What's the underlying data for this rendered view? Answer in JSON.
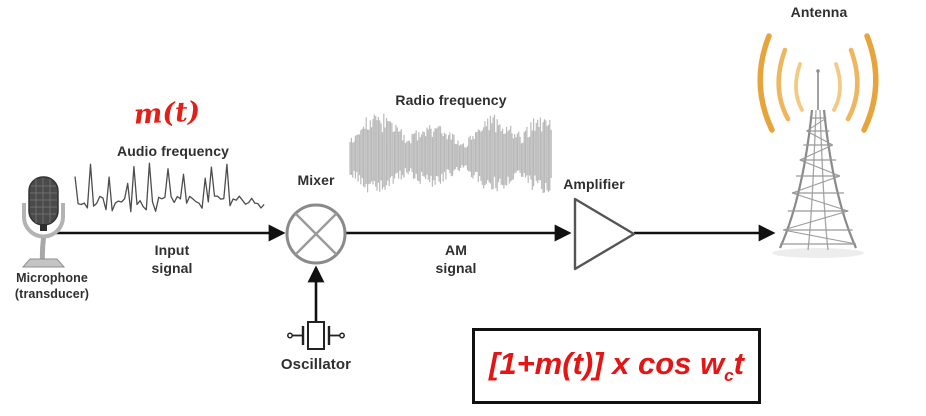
{
  "diagram": {
    "subject": "AM transmitter block diagram"
  },
  "labels": {
    "m_of_t": "m(t)",
    "audio_frequency": "Audio frequency",
    "microphone": "Microphone\n(transducer)",
    "input_signal": "Input\nsignal",
    "mixer": "Mixer",
    "radio_frequency": "Radio frequency",
    "am_signal": "AM\nsignal",
    "amplifier": "Amplifier",
    "antenna": "Antenna",
    "oscillator": "Oscillator"
  },
  "formula": {
    "prefix": "[1+m(t)] x cos w",
    "subscript": "c",
    "suffix": "t"
  },
  "icons": {
    "microphone": "microphone-icon",
    "mixer": "mixer-circle-x-icon",
    "amplifier": "amplifier-triangle-icon",
    "oscillator": "crystal-oscillator-icon",
    "antenna": "lattice-tower-icon",
    "radio_waves": "radio-waves-icon"
  },
  "colors": {
    "accent_red": "#e31515",
    "handwriting_red": "#e31f17",
    "rf_wave_gray": "#b9b9b9",
    "audio_wave_gray": "#4d4d4d",
    "line_black": "#111111",
    "arc_orange_outer": "#e7a33c",
    "arc_orange_mid": "#eeb65e",
    "arc_orange_inner": "#f4ca83",
    "label_dark": "#2f2f2f"
  }
}
